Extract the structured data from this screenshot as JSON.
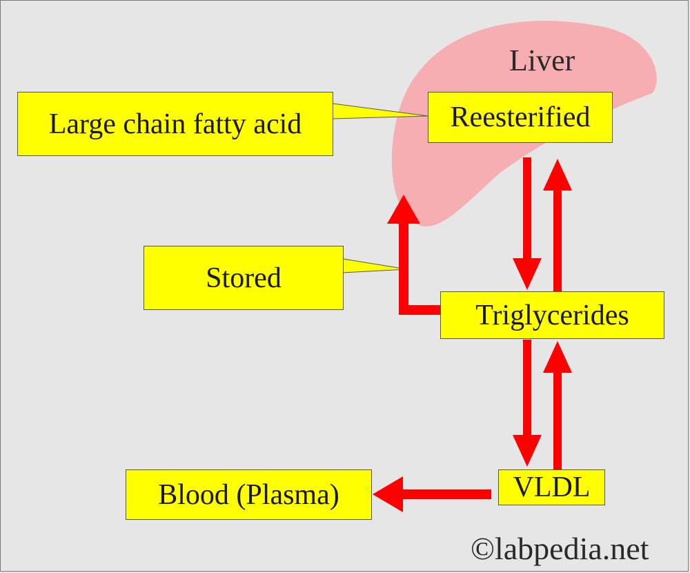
{
  "diagram": {
    "organ_label": "Liver",
    "nodes": {
      "fatty_acid": "Large chain fatty acid",
      "reesterified": "Reesterified",
      "stored": "Stored",
      "triglycerides": "Triglycerides",
      "vldl": "VLDL",
      "blood": "Blood (Plasma)"
    },
    "watermark": "©labpedia.net"
  },
  "colors": {
    "background": "#e6e6e6",
    "liver": "#f7aeb2",
    "box_fill": "#ffff00",
    "arrow": "#ff0000"
  }
}
